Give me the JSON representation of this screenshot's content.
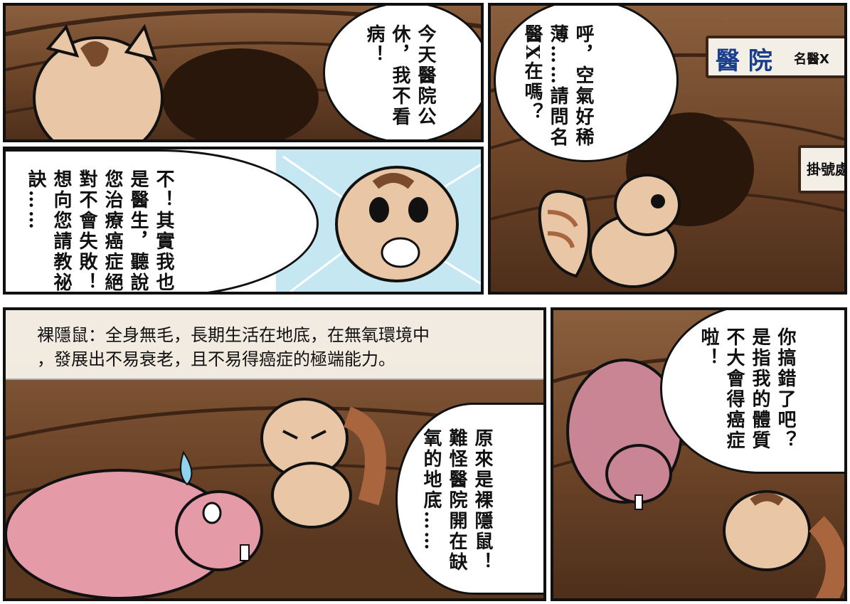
{
  "panels": {
    "p1": {
      "bubble_text": "今天醫院公休，我不看病！"
    },
    "p2": {
      "bubble_text": "呼，空氣好稀薄……請問名醫X在嗎？",
      "sign_main": "醫 院",
      "sign_sub": "名醫X",
      "sign_reception": "掛號處"
    },
    "p3": {
      "bubble_text": "不！其實我也是醫生，聽說您治療癌症絕對不會失敗！想向您請教祕訣……"
    },
    "p4": {
      "narration_line1": "裸隱鼠：全身無毛，長期生活在地底，在無氧環境中",
      "narration_line2": "，發展出不易衰老，且不易得癌症的極端能力。",
      "bubble_text": "原來是裸隱鼠！難怪醫院開在缺氧的地底……"
    },
    "p5": {
      "bubble_text": "你搞錯了吧？是指我的體質不大會得癌症啦！"
    }
  },
  "colors": {
    "tunnel_brown": "#6b4327",
    "squirrel_fur": "#e8c6a6",
    "mole_pink": "#e59aa8"
  }
}
